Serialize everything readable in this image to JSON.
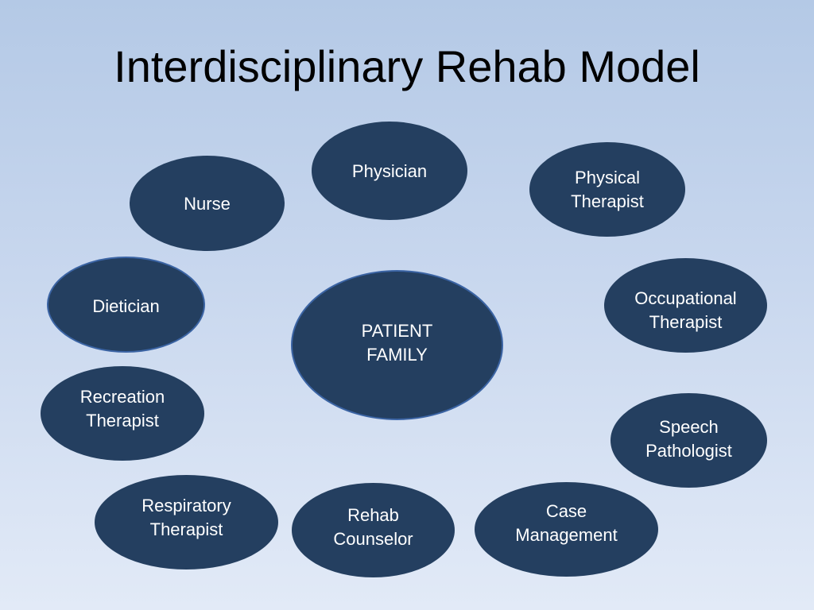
{
  "title": "Interdisciplinary Rehab Model",
  "colors": {
    "node_fill": "#243f60",
    "node_text": "#ffffff",
    "center_outline": "#3b64a4",
    "background_top": "#b4c9e6",
    "background_bottom": "#e2eaf7"
  },
  "center": {
    "label": "PATIENT\nFAMILY"
  },
  "nodes": [
    {
      "label": "Physician"
    },
    {
      "label": "Physical\nTherapist"
    },
    {
      "label": "Nurse"
    },
    {
      "label": "Dietician"
    },
    {
      "label": "Occupational\nTherapist"
    },
    {
      "label": "Recreation\nTherapist"
    },
    {
      "label": "Speech\nPathologist"
    },
    {
      "label": "Respiratory\nTherapist"
    },
    {
      "label": "Rehab\nCounselor"
    },
    {
      "label": "Case\nManagement"
    }
  ]
}
